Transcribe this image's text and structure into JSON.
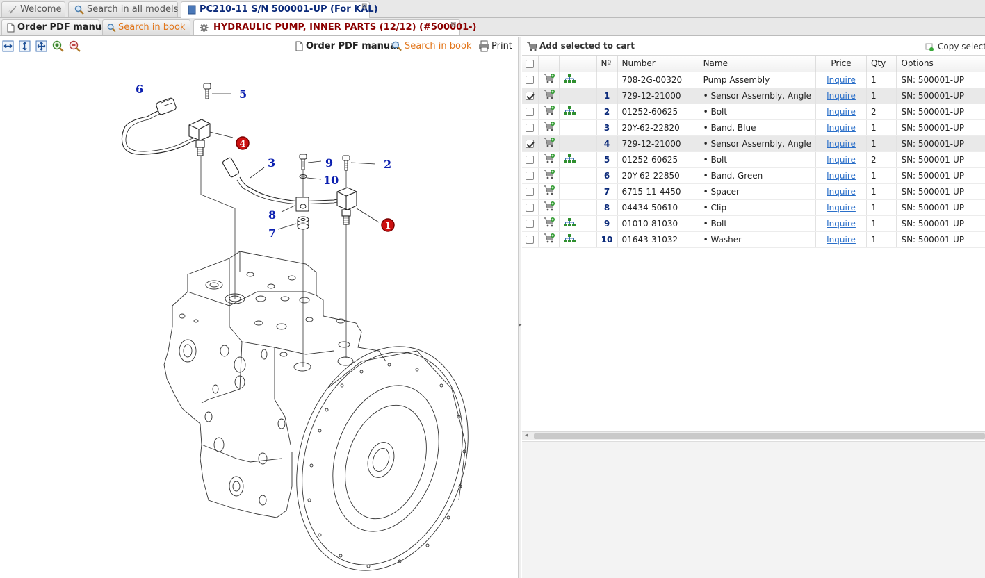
{
  "tabs_top": [
    {
      "label": "Welcome"
    },
    {
      "label": "Search in all models"
    },
    {
      "label": "PC210-11 S/N 500001-UP (For KAL)"
    }
  ],
  "close_glyph": "⊠",
  "tabs_second": [
    {
      "label": "Order PDF manual"
    },
    {
      "label": "Search in book"
    },
    {
      "label": "HYDRAULIC PUMP, INNER PARTS (12/12) (#500001-)"
    }
  ],
  "left_toolbar": {
    "order_pdf": "Order PDF manual",
    "search_in_book": "Search in book",
    "print": "Print"
  },
  "right_toolbar": {
    "add_selected": "Add selected to cart",
    "copy_selected": "Copy selecte"
  },
  "table": {
    "headers": [
      "Nº",
      "Number",
      "Name",
      "Price",
      "Qty",
      "Options"
    ],
    "rows": [
      {
        "checked": false,
        "tree": true,
        "pos": "",
        "number": "708-2G-00320",
        "name": "Pump Assembly",
        "price": "Inquire",
        "qty": "1",
        "options": "SN: 500001-UP"
      },
      {
        "checked": true,
        "tree": false,
        "pos": "1",
        "number": "729-12-21000",
        "name": "• Sensor Assembly, Angle",
        "price": "Inquire",
        "qty": "1",
        "options": "SN: 500001-UP"
      },
      {
        "checked": false,
        "tree": true,
        "pos": "2",
        "number": "01252-60625",
        "name": "• Bolt",
        "price": "Inquire",
        "qty": "2",
        "options": "SN: 500001-UP"
      },
      {
        "checked": false,
        "tree": false,
        "pos": "3",
        "number": "20Y-62-22820",
        "name": "• Band, Blue",
        "price": "Inquire",
        "qty": "1",
        "options": "SN: 500001-UP"
      },
      {
        "checked": true,
        "tree": false,
        "pos": "4",
        "number": "729-12-21000",
        "name": "• Sensor Assembly, Angle",
        "price": "Inquire",
        "qty": "1",
        "options": "SN: 500001-UP"
      },
      {
        "checked": false,
        "tree": true,
        "pos": "5",
        "number": "01252-60625",
        "name": "• Bolt",
        "price": "Inquire",
        "qty": "2",
        "options": "SN: 500001-UP"
      },
      {
        "checked": false,
        "tree": false,
        "pos": "6",
        "number": "20Y-62-22850",
        "name": "• Band, Green",
        "price": "Inquire",
        "qty": "1",
        "options": "SN: 500001-UP"
      },
      {
        "checked": false,
        "tree": false,
        "pos": "7",
        "number": "6715-11-4450",
        "name": "• Spacer",
        "price": "Inquire",
        "qty": "1",
        "options": "SN: 500001-UP"
      },
      {
        "checked": false,
        "tree": false,
        "pos": "8",
        "number": "04434-50610",
        "name": "• Clip",
        "price": "Inquire",
        "qty": "1",
        "options": "SN: 500001-UP"
      },
      {
        "checked": false,
        "tree": true,
        "pos": "9",
        "number": "01010-81030",
        "name": "• Bolt",
        "price": "Inquire",
        "qty": "1",
        "options": "SN: 500001-UP"
      },
      {
        "checked": false,
        "tree": true,
        "pos": "10",
        "number": "01643-31032",
        "name": "• Washer",
        "price": "Inquire",
        "qty": "1",
        "options": "SN: 500001-UP"
      }
    ]
  },
  "callouts": [
    "1",
    "2",
    "3",
    "4",
    "5",
    "6",
    "7",
    "8",
    "9",
    "10"
  ],
  "colors": {
    "callout_blue": "#0b1fb0",
    "callout_red": "#cc1010",
    "link": "#2a6fc9",
    "orange": "#e2761b"
  }
}
